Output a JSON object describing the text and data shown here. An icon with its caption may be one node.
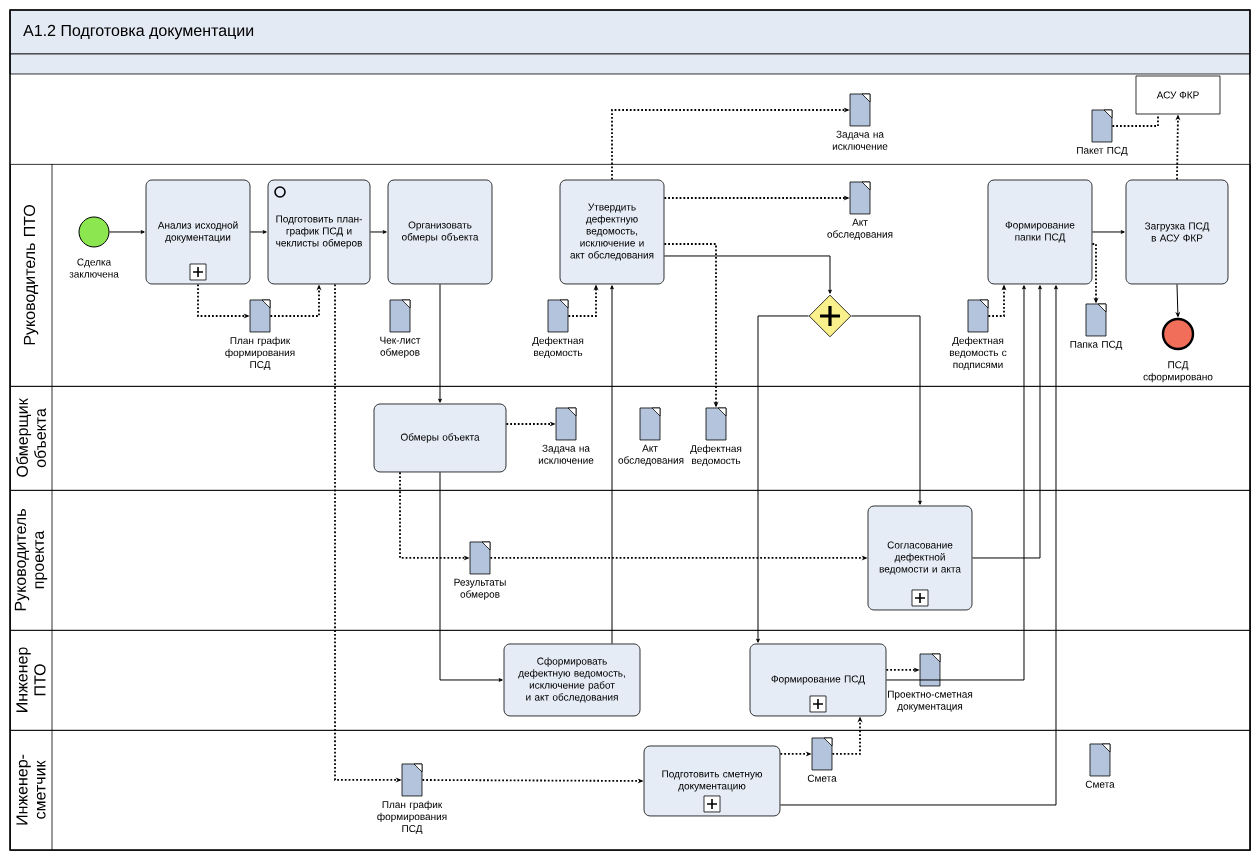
{
  "diagram": {
    "title": "A1.2 Подготовка документации",
    "nodes": [
      {
        "text": [
          "Руководитель ПТО"
        ]
      },
      {
        "text": [
          "Обмерщик объекта"
        ]
      },
      {
        "text": [
          "Руководитель проекта"
        ]
      },
      {
        "text": [
          "Инженер ПТО"
        ]
      },
      {
        "text": [
          "Инженер-сметчик"
        ]
      },
      {
        "text": [
          "АСУ ФКР"
        ]
      },
      {
        "text": [],
        "shape": "circle",
        "beside": [
          "Сделка заключена"
        ],
        "in": 0
      },
      {
        "text": [
          "Анализ исходной документации"
        ],
        "in": 0
      },
      {
        "text": [
          "Подготовить план-график ПСД и чеклисты обмеров"
        ],
        "in": 0
      },
      {
        "text": [
          "Организовать обмеры объекта"
        ],
        "in": 0
      },
      {
        "text": [
          "Утвердить дефектную ведомость, исключение и акт обследования"
        ],
        "in": 0
      },
      {
        "text": [],
        "shape": "diamond",
        "in": 0
      },
      {
        "text": [
          "Формирование папки ПСД"
        ],
        "in": 0
      },
      {
        "text": [
          "Загрузка ПСД в АСУ ФКР"
        ],
        "in": 0
      },
      {
        "text": [],
        "shape": "circle",
        "beside": [
          "ПСД сформировано"
        ],
        "in": 0
      },
      {
        "text": [
          "План график формирования ПСД"
        ],
        "in": 0
      },
      {
        "text": [
          "Чек-лист обмеров"
        ],
        "in": 0
      },
      {
        "text": [
          "Дефектная ведомость"
        ],
        "in": 0
      },
      {
        "text": [
          "Задача на исключение"
        ]
      },
      {
        "text": [
          "Акт обследования"
        ],
        "in": 0
      },
      {
        "text": [
          "Дефектная ведомость с подписями"
        ],
        "in": 0
      },
      {
        "text": [
          "Папка ПСД"
        ],
        "in": 0
      },
      {
        "text": [
          "Пакет ПСД"
        ]
      },
      {
        "text": [
          "Обмеры объекта"
        ],
        "in": 1
      },
      {
        "text": [
          "Задача на исключение"
        ],
        "in": 1
      },
      {
        "text": [
          "Акт обследования"
        ],
        "in": 1
      },
      {
        "text": [
          "Дефектная ведомость"
        ],
        "in": 1
      },
      {
        "text": [
          "Результаты обмеров"
        ],
        "in": 2
      },
      {
        "text": [
          "Согласование дефектной ведомости и акта"
        ],
        "in": 2
      },
      {
        "text": [
          "Сформировать дефектную ведомость, исключение работ и акт обследования"
        ],
        "in": 3
      },
      {
        "text": [
          "Формирование ПСД"
        ],
        "in": 3
      },
      {
        "text": [
          "Проектно-сметная документация"
        ],
        "in": 3
      },
      {
        "text": [
          "План график формирования ПСД"
        ],
        "in": 4
      },
      {
        "text": [
          "Подготовить сметную документацию"
        ],
        "in": 4
      },
      {
        "text": [
          "Смета"
        ],
        "in": 4
      },
      {
        "text": [
          "Смета"
        ],
        "in": 4
      }
    ],
    "edges": [
      {
        "from": 6,
        "to": 7,
        "arrow": "to"
      },
      {
        "from": 7,
        "to": 8,
        "arrow": "to"
      },
      {
        "from": 8,
        "to": 9,
        "arrow": "to"
      },
      {
        "from": 9,
        "to": 23,
        "arrow": "to"
      },
      {
        "from": 23,
        "to": 29,
        "arrow": "to"
      },
      {
        "from": 29,
        "to": 10,
        "arrow": "to"
      },
      {
        "from": 10,
        "to": 11,
        "arrow": "to"
      },
      {
        "from": 11,
        "to": 28,
        "arrow": "to"
      },
      {
        "from": 11,
        "to": 30,
        "arrow": "to"
      },
      {
        "from": 28,
        "to": 12,
        "arrow": "to"
      },
      {
        "from": 30,
        "to": 12,
        "arrow": "to"
      },
      {
        "from": 33,
        "to": 12,
        "arrow": "to"
      },
      {
        "from": 12,
        "to": 13,
        "arrow": "to"
      },
      {
        "from": 13,
        "to": 14,
        "arrow": "to"
      },
      {
        "from": 13,
        "to": 5,
        "arrow": "to",
        "style": "dashed"
      },
      {
        "from": 7,
        "to": 15,
        "arrow": "to",
        "style": "dashed"
      },
      {
        "from": 15,
        "to": 8,
        "arrow": "to",
        "style": "dashed"
      },
      {
        "from": 17,
        "to": 10,
        "arrow": "to",
        "style": "dashed"
      },
      {
        "from": 10,
        "to": 18,
        "arrow": "to",
        "style": "dashed"
      },
      {
        "from": 10,
        "to": 19,
        "arrow": "to",
        "style": "dashed"
      },
      {
        "from": 10,
        "to": 26,
        "arrow": "to",
        "style": "dashed"
      },
      {
        "from": 20,
        "to": 12,
        "arrow": "to",
        "style": "dashed"
      },
      {
        "from": 12,
        "to": 21,
        "arrow": "to",
        "style": "dashed"
      },
      {
        "from": 22,
        "to": 5,
        "arrow": "none",
        "style": "dashed"
      },
      {
        "from": 23,
        "to": 24,
        "arrow": "to",
        "style": "dashed"
      },
      {
        "from": 23,
        "to": 27,
        "arrow": "to",
        "style": "dashed"
      },
      {
        "from": 27,
        "to": 28,
        "arrow": "to",
        "style": "dashed"
      },
      {
        "from": 8,
        "to": 32,
        "arrow": "to",
        "style": "dashed"
      },
      {
        "from": 32,
        "to": 33,
        "arrow": "to",
        "style": "dashed"
      },
      {
        "from": 33,
        "to": 34,
        "arrow": "to",
        "style": "dashed"
      },
      {
        "from": 34,
        "to": 30,
        "arrow": "to",
        "style": "dashed"
      },
      {
        "from": 30,
        "to": 31,
        "arrow": "to",
        "style": "dashed"
      }
    ]
  }
}
